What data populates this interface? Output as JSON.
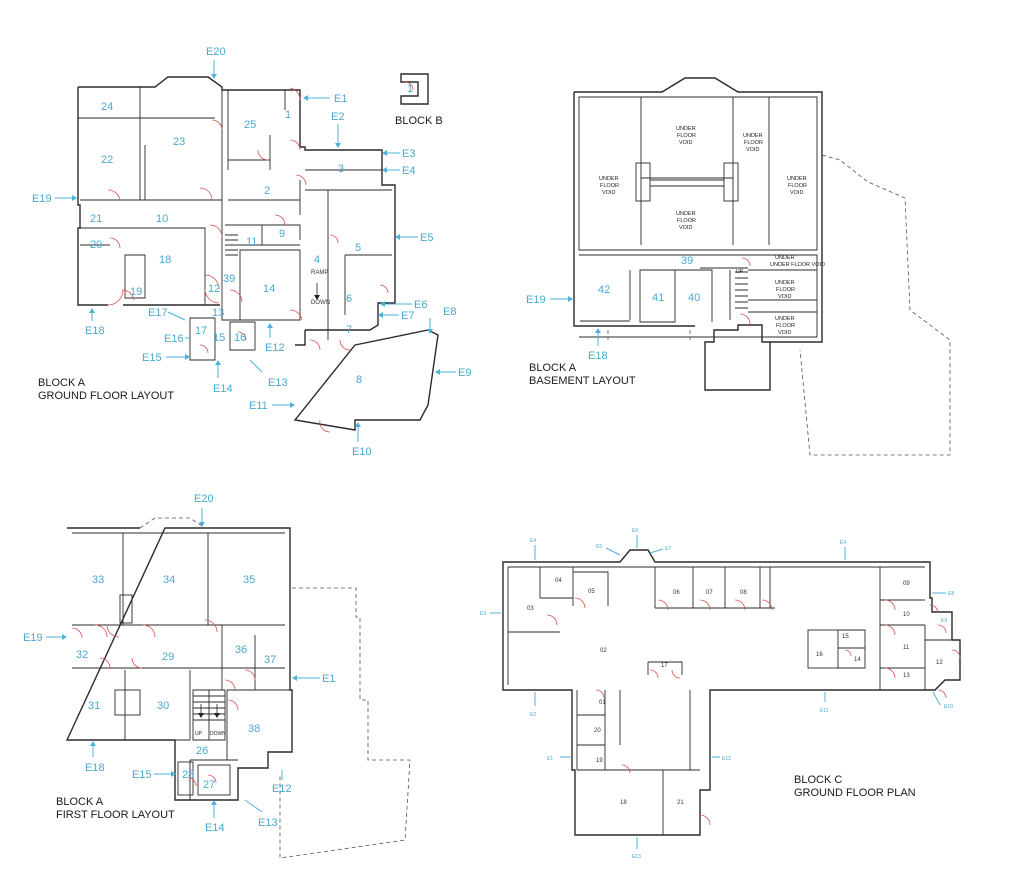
{
  "titles": {
    "ground_1": "BLOCK A",
    "ground_2": "GROUND FLOOR LAYOUT",
    "basement_1": "BLOCK A",
    "basement_2": "BASEMENT LAYOUT",
    "first_1": "BLOCK A",
    "first_2": "FIRST FLOOR LAYOUT",
    "blockc_1": "BLOCK C",
    "blockc_2": "GROUND FLOOR PLAN",
    "blockb": "BLOCK B"
  },
  "void_label": [
    "UNDER",
    "FLOOR",
    "VOID"
  ],
  "void_label_inline": "UNDER FLOOR VOID",
  "ramp": [
    "RAMP",
    "DOWN"
  ],
  "stairs": {
    "up": "UP",
    "down": "DOWN"
  },
  "ground_rooms": [
    {
      "id": "g1",
      "text": "1"
    },
    {
      "id": "g2",
      "text": "2"
    },
    {
      "id": "g3",
      "text": "3"
    },
    {
      "id": "g4",
      "text": "4"
    },
    {
      "id": "g5",
      "text": "5"
    },
    {
      "id": "g6",
      "text": "6"
    },
    {
      "id": "g7",
      "text": "7"
    },
    {
      "id": "g8",
      "text": "8"
    },
    {
      "id": "g9",
      "text": "9"
    },
    {
      "id": "g10",
      "text": "10"
    },
    {
      "id": "g11",
      "text": "11"
    },
    {
      "id": "g12",
      "text": "12"
    },
    {
      "id": "g13",
      "text": "13"
    },
    {
      "id": "g14",
      "text": "14"
    },
    {
      "id": "g15",
      "text": "15"
    },
    {
      "id": "g16",
      "text": "16"
    },
    {
      "id": "g17",
      "text": "17"
    },
    {
      "id": "g18",
      "text": "18"
    },
    {
      "id": "g19",
      "text": "19"
    },
    {
      "id": "g20",
      "text": "20"
    },
    {
      "id": "g21",
      "text": "21"
    },
    {
      "id": "g22",
      "text": "22"
    },
    {
      "id": "g23",
      "text": "23"
    },
    {
      "id": "g24",
      "text": "24"
    },
    {
      "id": "g25",
      "text": "25"
    },
    {
      "id": "g39",
      "text": "39"
    }
  ],
  "ground_exits": [
    "E1",
    "E2",
    "E3",
    "E4",
    "E5",
    "E6",
    "E7",
    "E8",
    "E9",
    "E10",
    "E11",
    "E12",
    "E13",
    "E14",
    "E15",
    "E16",
    "E17",
    "E18",
    "E19",
    "E20"
  ],
  "blockb_room": "1",
  "basement_rooms": [
    "42",
    "41",
    "40",
    "39"
  ],
  "basement_exits": [
    "E19",
    "E18"
  ],
  "first_rooms": [
    "33",
    "34",
    "35",
    "32",
    "29",
    "36",
    "37",
    "31",
    "30",
    "38",
    "26",
    "28",
    "27"
  ],
  "first_exits": [
    "E20",
    "E19",
    "E1",
    "E18",
    "E15",
    "E12",
    "E13",
    "E14"
  ],
  "blockc_rooms": [
    "03",
    "04",
    "05",
    "06",
    "07",
    "08",
    "09",
    "10",
    "11",
    "12",
    "13",
    "02",
    "15",
    "16",
    "14",
    "17",
    "01",
    "20",
    "19",
    "18",
    "21"
  ],
  "blockc_exits": [
    "E4",
    "E5",
    "E6",
    "E7",
    "E4",
    "E8",
    "E9",
    "E3",
    "E2",
    "E10",
    "E11",
    "E12",
    "E1",
    "E13"
  ]
}
